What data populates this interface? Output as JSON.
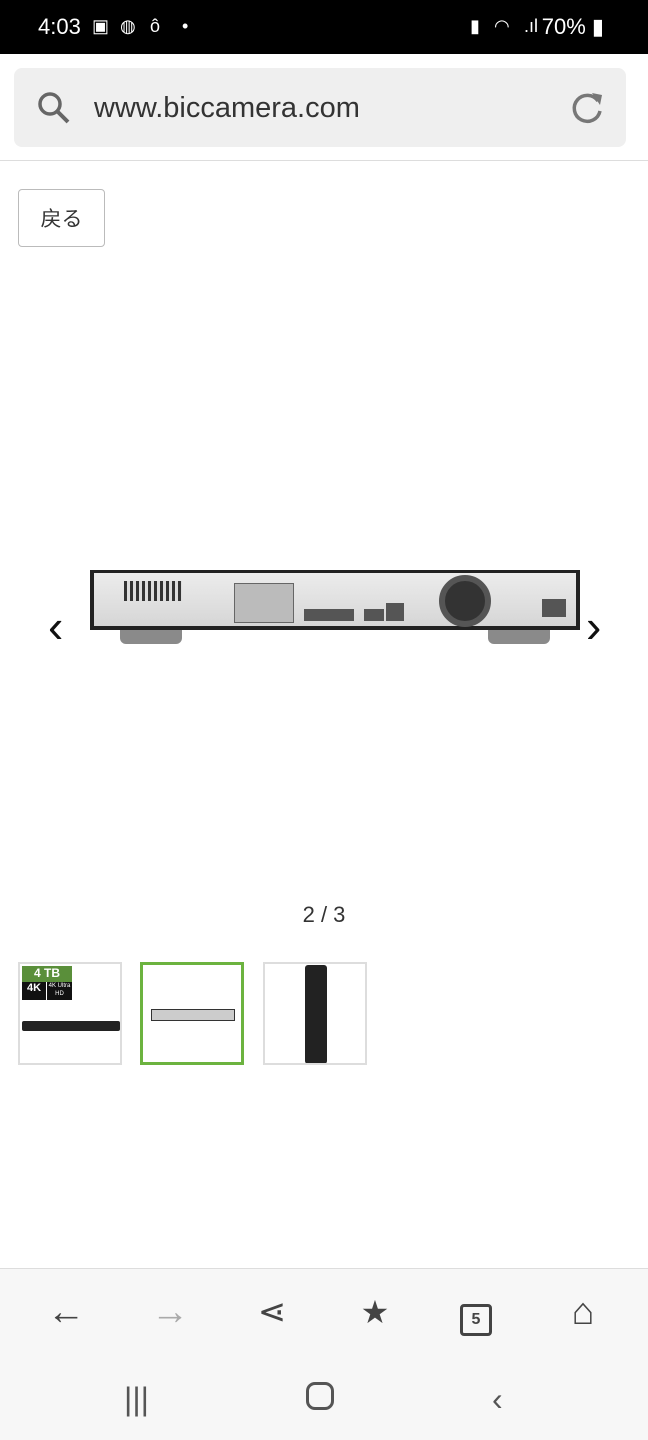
{
  "status_bar": {
    "time": "4:03",
    "battery": "70%",
    "icons": [
      "image-icon",
      "vpn-globe-icon",
      "notification-icon",
      "dot-icon",
      "battery-saver-icon",
      "wifi-icon",
      "signal-icon",
      "battery-icon"
    ]
  },
  "browser": {
    "url": "www.biccamera.com"
  },
  "page": {
    "back_label": "戻る",
    "counter": "2 / 3",
    "thumbnails": [
      {
        "label": "4 TB",
        "badge1": "4K",
        "badge2": "4K Ultra HD",
        "active": false
      },
      {
        "active": true
      },
      {
        "active": false
      }
    ]
  },
  "bottom_nav": {
    "tabs_count": "5"
  },
  "colors": {
    "active_thumb": "#6cb33f",
    "thumb_badge": "#5a8f3a"
  }
}
